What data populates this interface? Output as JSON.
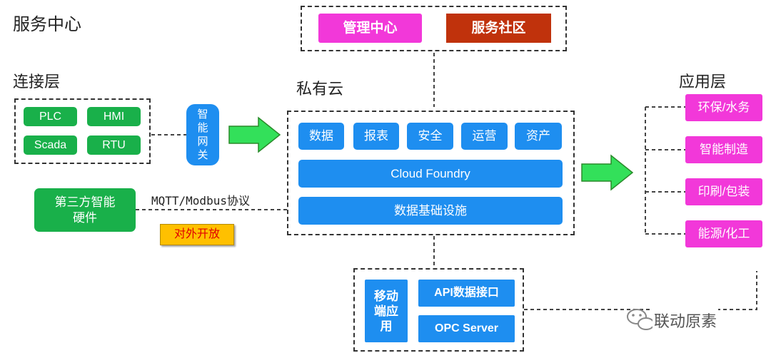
{
  "title": "服务中心",
  "top": {
    "mgmt": "管理中心",
    "community": "服务社区"
  },
  "layers": {
    "connect": "连接层",
    "cloud": "私有云",
    "app": "应用层"
  },
  "devices": [
    "PLC",
    "HMI",
    "Scada",
    "RTU"
  ],
  "gateway": [
    "智",
    "能",
    "网",
    "关"
  ],
  "third_party": {
    "line1": "第三方智能",
    "line2": "硬件"
  },
  "protocol": "MQTT/Modbus协议",
  "open_badge": "对外开放",
  "cloud_modules": [
    "数据",
    "报表",
    "安全",
    "运营",
    "资产"
  ],
  "cloud_foundry": "Cloud Foundry",
  "data_infra": "数据基础设施",
  "apps": [
    "环保/水务",
    "智能制造",
    "印刷/包装",
    "能源/化工"
  ],
  "mobile": {
    "line1": "移动",
    "line2": "端应",
    "line3": "用"
  },
  "api": "API数据接口",
  "opc": "OPC Server",
  "watermark": "联动原素",
  "colors": {
    "green": "#19b04a",
    "blue": "#1e8ef0",
    "magenta": "#f238d9",
    "dark_red": "#c0320c",
    "arrow": "#33e05a",
    "badge": "#ffc000"
  }
}
